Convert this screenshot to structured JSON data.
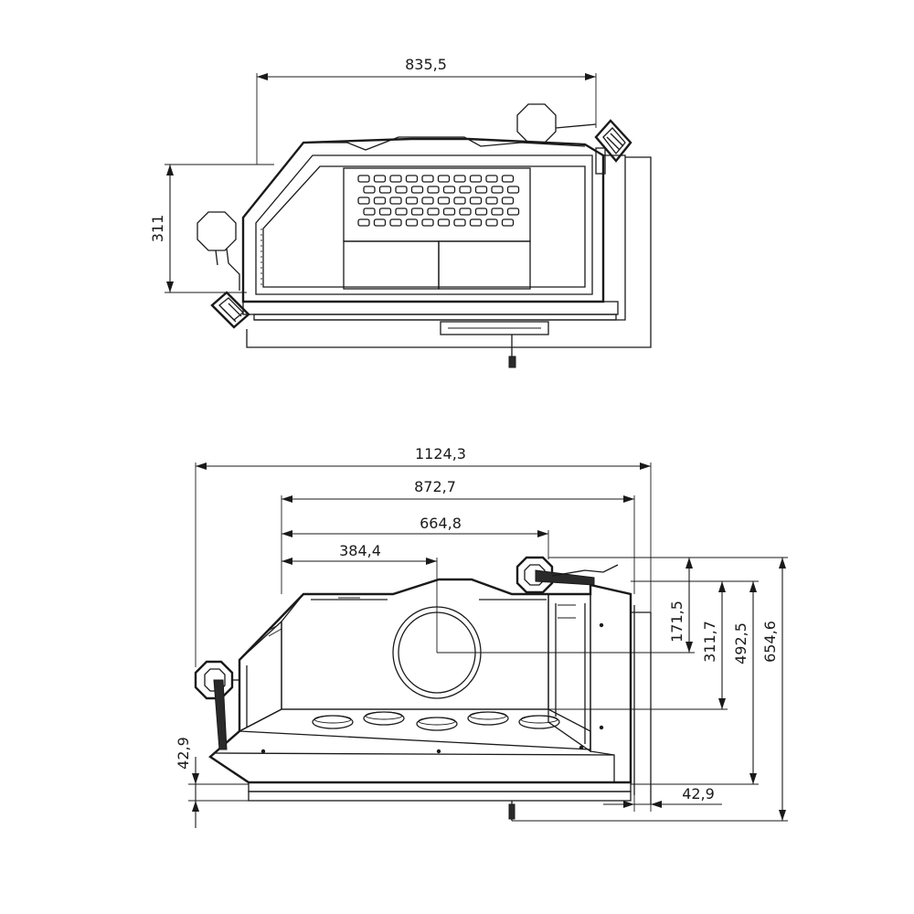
{
  "top_view": {
    "width_label": "835,5",
    "depth_label": "311"
  },
  "front_view": {
    "width_total": "1124,3",
    "width_mid": "872,7",
    "width_inner": "664,8",
    "flue_offset": "384,4",
    "height_flue": "171,5",
    "height_opening": "311,7",
    "height_body": "492,5",
    "height_total": "654,6",
    "base_left": "42,9",
    "base_right": "42,9"
  }
}
